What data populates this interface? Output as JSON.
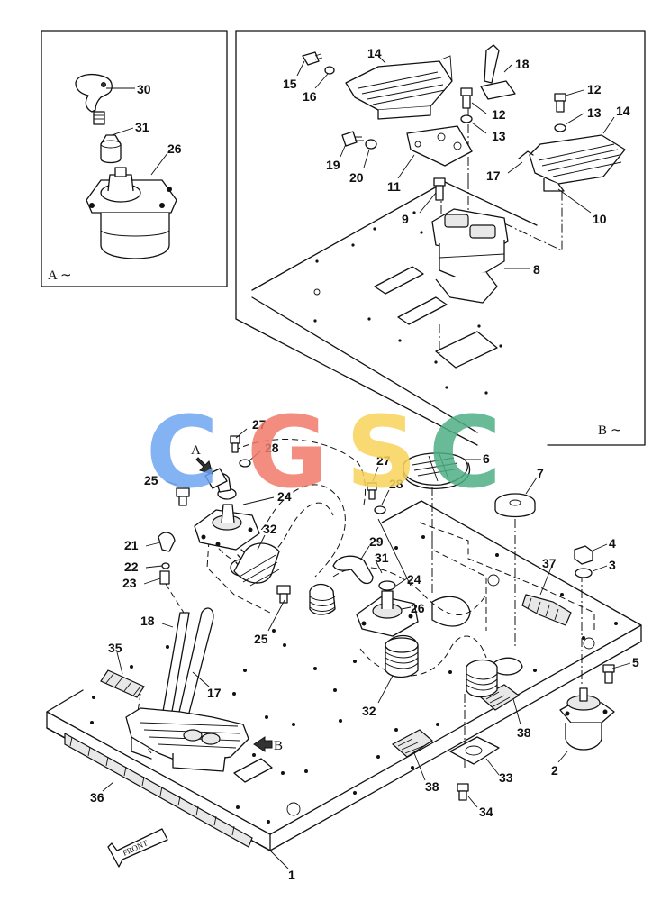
{
  "views": {
    "a_label": "A",
    "b_label": "B",
    "tilde": "∼"
  },
  "front_label": "FRONT",
  "watermark": {
    "letters": [
      "C",
      "G",
      "S",
      "C"
    ],
    "colors": [
      "#6fa6f2",
      "#f07a6a",
      "#f8d35a",
      "#4fae86"
    ]
  },
  "callouts_inset_a": [
    "30",
    "31",
    "26"
  ],
  "callouts_inset_b": [
    "14",
    "18",
    "15",
    "16",
    "12",
    "12",
    "13",
    "14",
    "13",
    "19",
    "20",
    "11",
    "17",
    "9",
    "10",
    "8"
  ],
  "callouts_main": [
    "27",
    "28",
    "25",
    "24",
    "6",
    "7",
    "27",
    "28",
    "32",
    "21",
    "22",
    "23",
    "29",
    "31",
    "4",
    "3",
    "24",
    "37",
    "26",
    "18",
    "25",
    "35",
    "17",
    "5",
    "32",
    "38",
    "2",
    "36",
    "33",
    "38",
    "34",
    "1"
  ],
  "markers": {
    "main_a": "A",
    "main_b": "B"
  }
}
